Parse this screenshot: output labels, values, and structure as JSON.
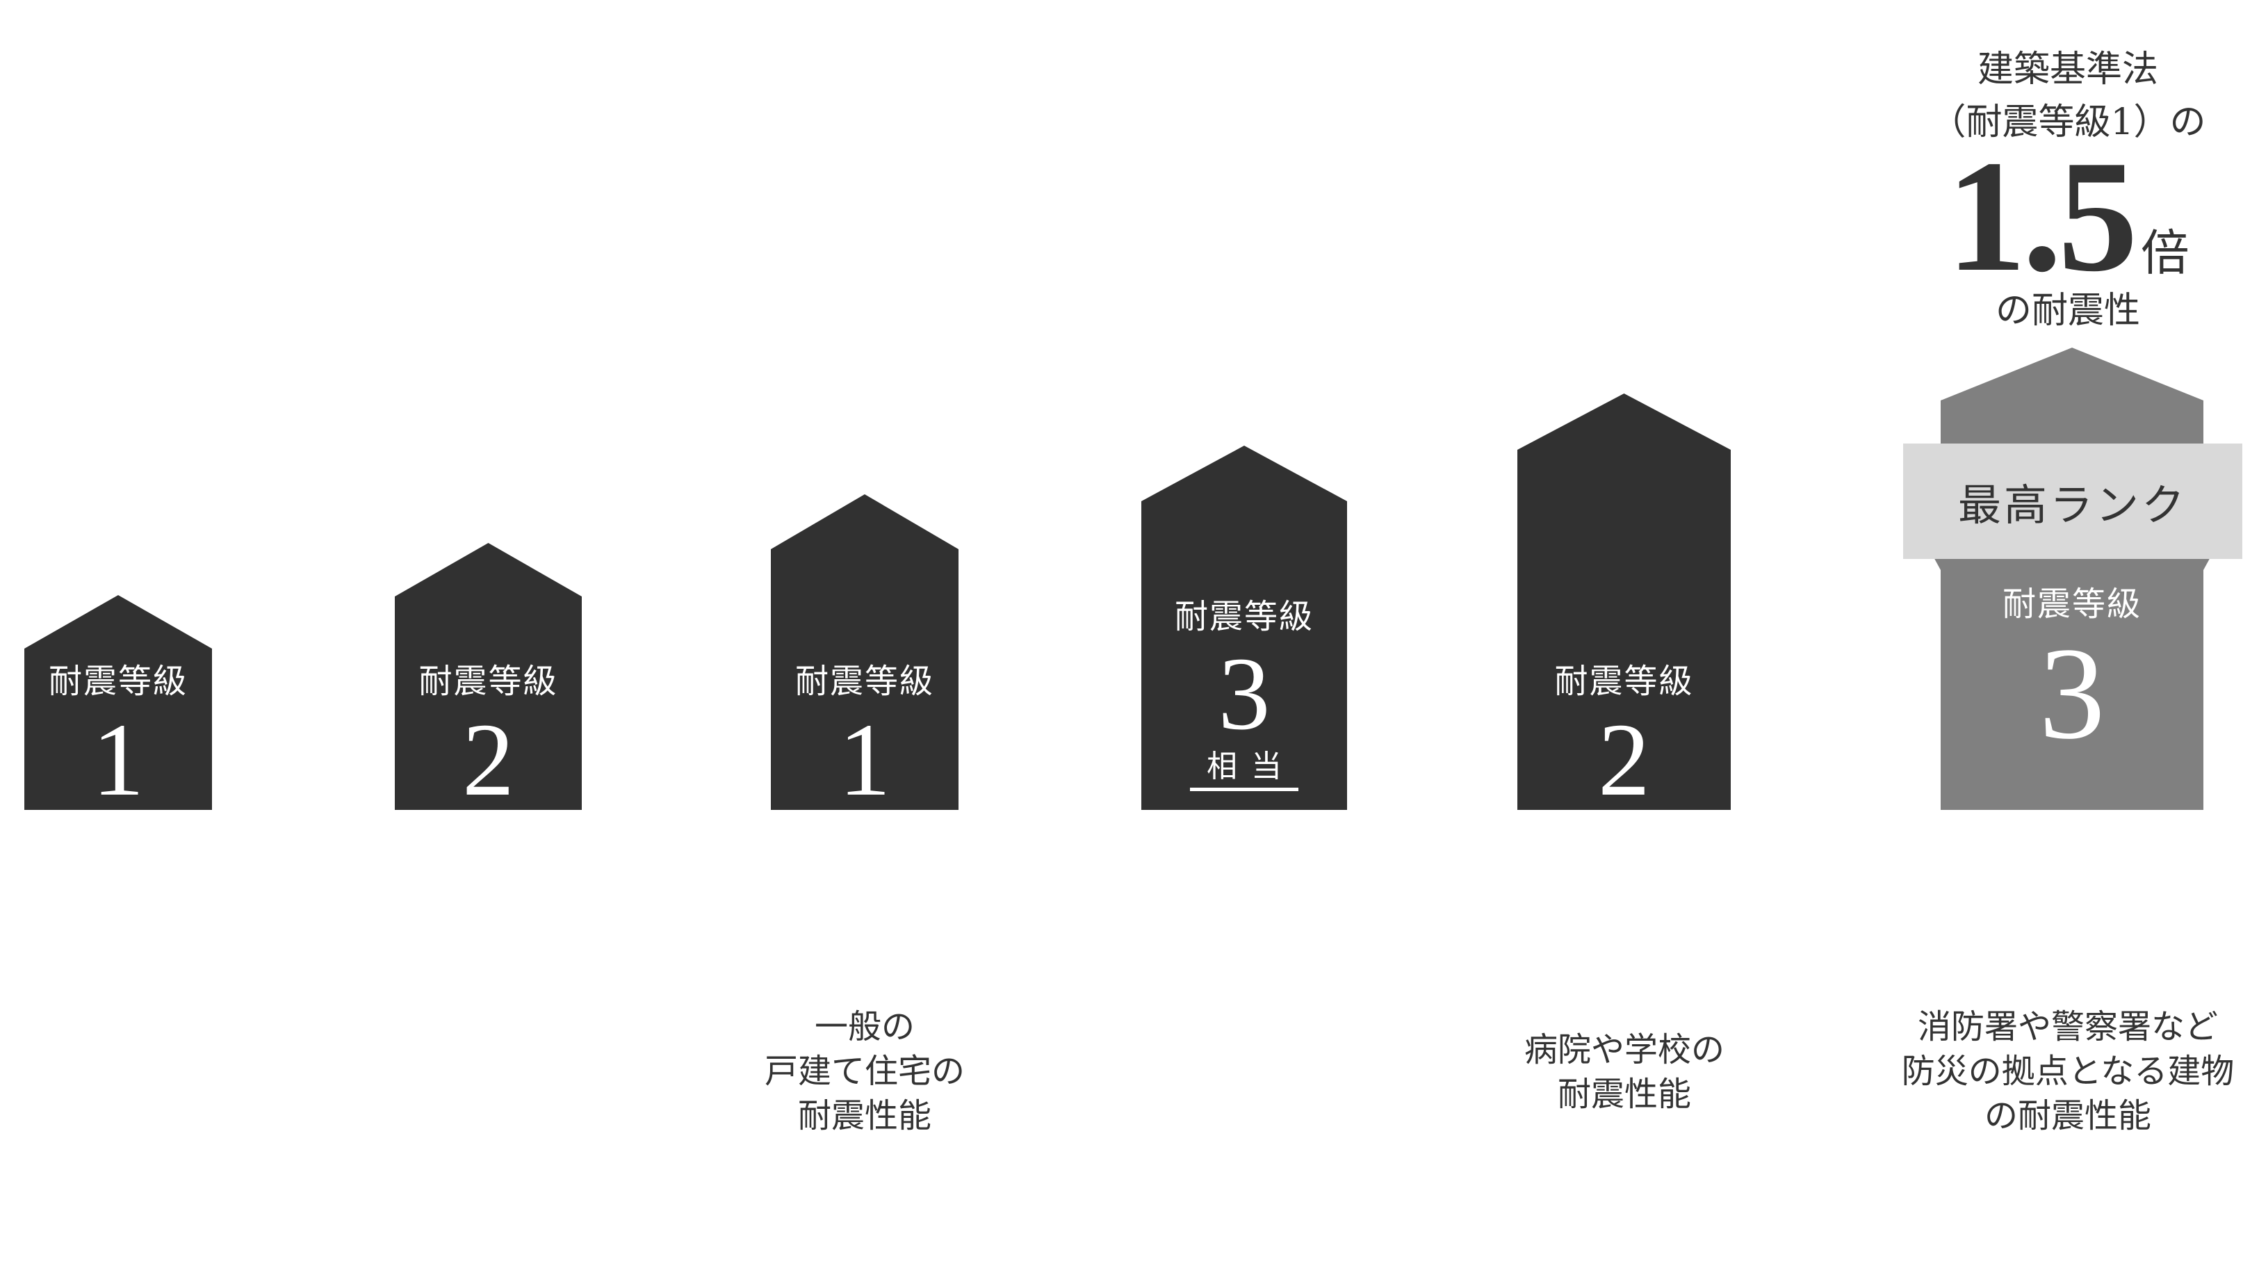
{
  "colors": {
    "dark": "#313131",
    "gray": "#808080",
    "ribbon": "#d9d9d9",
    "text": "#333333",
    "on_dark": "#ffffff"
  },
  "headline": {
    "line1": "建築基準法",
    "line2": "（耐震等級1）の",
    "big_number": "1.5",
    "unit": "倍",
    "line4": "の耐震性"
  },
  "houses": [
    {
      "label": "耐震等級",
      "grade": "1",
      "caption": []
    },
    {
      "label": "耐震等級",
      "grade": "2",
      "caption": []
    },
    {
      "label": "耐震等級",
      "grade": "1",
      "caption": [
        "一般の",
        "戸建て住宅の",
        "耐震性能"
      ]
    },
    {
      "label": "耐震等級",
      "grade": "3",
      "suffix": "相当",
      "caption": []
    },
    {
      "label": "耐震等級",
      "grade": "2",
      "caption": [
        "病院や学校の",
        "耐震性能"
      ]
    },
    {
      "label": "耐震等級",
      "grade": "3",
      "badge": "最高ランク",
      "caption": [
        "消防署や警察署など",
        "防災の拠点となる建物",
        "の耐震性能"
      ]
    }
  ]
}
